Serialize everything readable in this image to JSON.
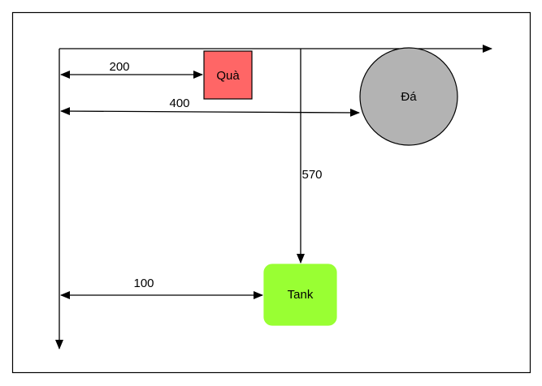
{
  "nodes": {
    "gift": {
      "label": "Quà",
      "fill": "#ff6666",
      "stroke": "#000000"
    },
    "rock": {
      "label": "Đá",
      "fill": "#b3b3b3",
      "stroke": "#000000"
    },
    "tank": {
      "label": "Tank",
      "fill": "#99ff33",
      "stroke": "#99ff33"
    }
  },
  "dimensions": {
    "gift_distance": "200",
    "rock_distance": "400",
    "tank_vertical": "570",
    "tank_distance": "100"
  },
  "colors": {
    "line": "#000000",
    "frame": "#000000",
    "background": "#ffffff"
  }
}
